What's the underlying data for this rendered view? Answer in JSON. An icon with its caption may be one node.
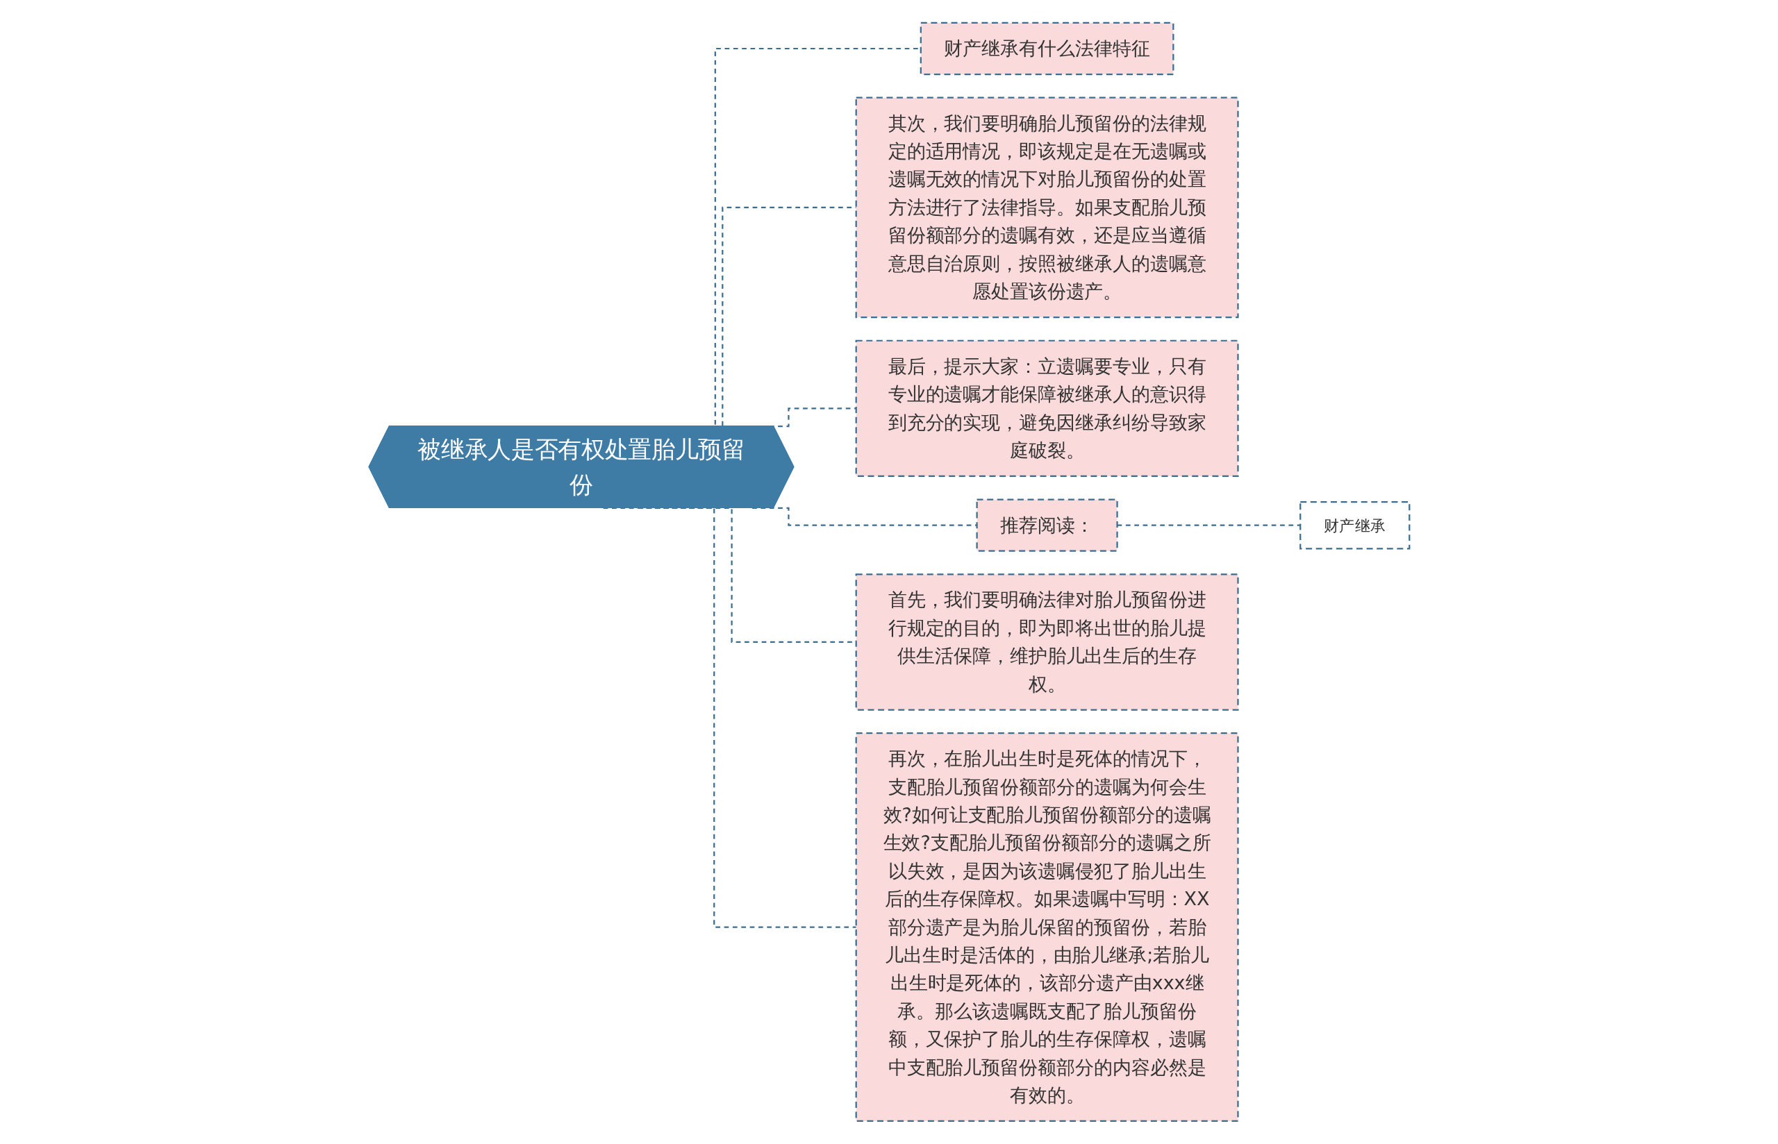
{
  "diagram": {
    "nodes": [
      {
        "text": [
          "被继承人是否有权处置胎儿预留份"
        ]
      },
      {
        "text": [
          "财产继承有什么法律特征"
        ]
      },
      {
        "text": [
          "其次，我们要明确胎儿预留份的法律规定的适用情况，即该规定是在无遗嘱或遗嘱无效的情况下对胎儿预留份的处置方法进行了法律指导。如果支配胎儿预留份额部分的遗嘱有效，还是应当遵循意思自治原则，按照被继承人的遗嘱意愿处置该份遗产。"
        ]
      },
      {
        "text": [
          "最后，提示大家：立遗嘱要专业，只有专业的遗嘱才能保障被继承人的意识得到充分的实现，避免因继承纠纷导致家庭破裂。"
        ]
      },
      {
        "text": [
          "推荐阅读："
        ]
      },
      {
        "text": [
          "财产继承"
        ]
      },
      {
        "text": [
          "首先，我们要明确法律对胎儿预留份进行规定的目的，即为即将出世的胎儿提供生活保障，维护胎儿出生后的生存权。"
        ]
      },
      {
        "text": [
          "再次，在胎儿出生时是死体的情况下，支配胎儿预留份额部分的遗嘱为何会生效?如何让支配胎儿预留份额部分的遗嘱生效?支配胎儿预留份额部分的遗嘱之所以失效，是因为该遗嘱侵犯了胎儿出生后的生存保障权。如果遗嘱中写明：XX部分遗产是为胎儿保留的预留份，若胎儿出生时是活体的，由胎儿继承;若胎儿出生时是死体的，该部分遗产由xxx继承。那么该遗嘱既支配了胎儿预留份额，又保护了胎儿的生存保障权，遗嘱中支配胎儿预留份额部分的内容必然是有效的。"
        ]
      }
    ],
    "edges": [
      {
        "from": 0,
        "to": 1,
        "arrow": "none",
        "style": "dashed"
      },
      {
        "from": 0,
        "to": 2,
        "arrow": "none",
        "style": "dashed"
      },
      {
        "from": 0,
        "to": 3,
        "arrow": "none",
        "style": "dashed"
      },
      {
        "from": 0,
        "to": 4,
        "arrow": "none",
        "style": "dashed"
      },
      {
        "from": 4,
        "to": 5,
        "arrow": "none",
        "style": "dashed"
      },
      {
        "from": 0,
        "to": 6,
        "arrow": "none",
        "style": "dashed"
      },
      {
        "from": 0,
        "to": 7,
        "arrow": "none",
        "style": "dashed"
      }
    ]
  }
}
